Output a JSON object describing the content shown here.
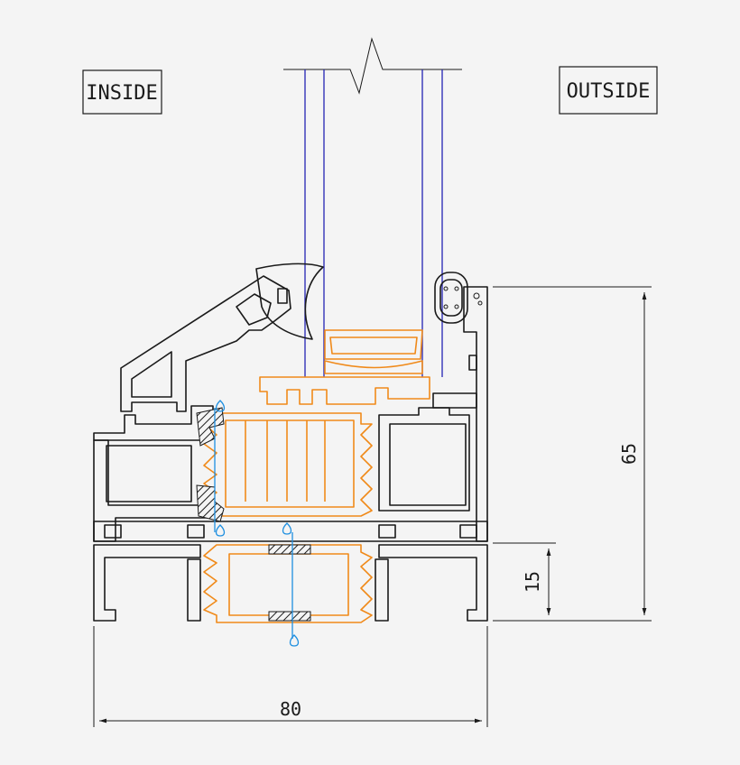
{
  "labels": {
    "inside": "INSIDE",
    "outside": "OUTSIDE"
  },
  "dimensions": {
    "height_total": "65",
    "height_frame": "15",
    "width_total": "80"
  },
  "colors": {
    "profile": "#1a1a1a",
    "thermal_break": "#f08a1a",
    "glass": "#2424b4",
    "drainage": "#1e8fe0"
  }
}
